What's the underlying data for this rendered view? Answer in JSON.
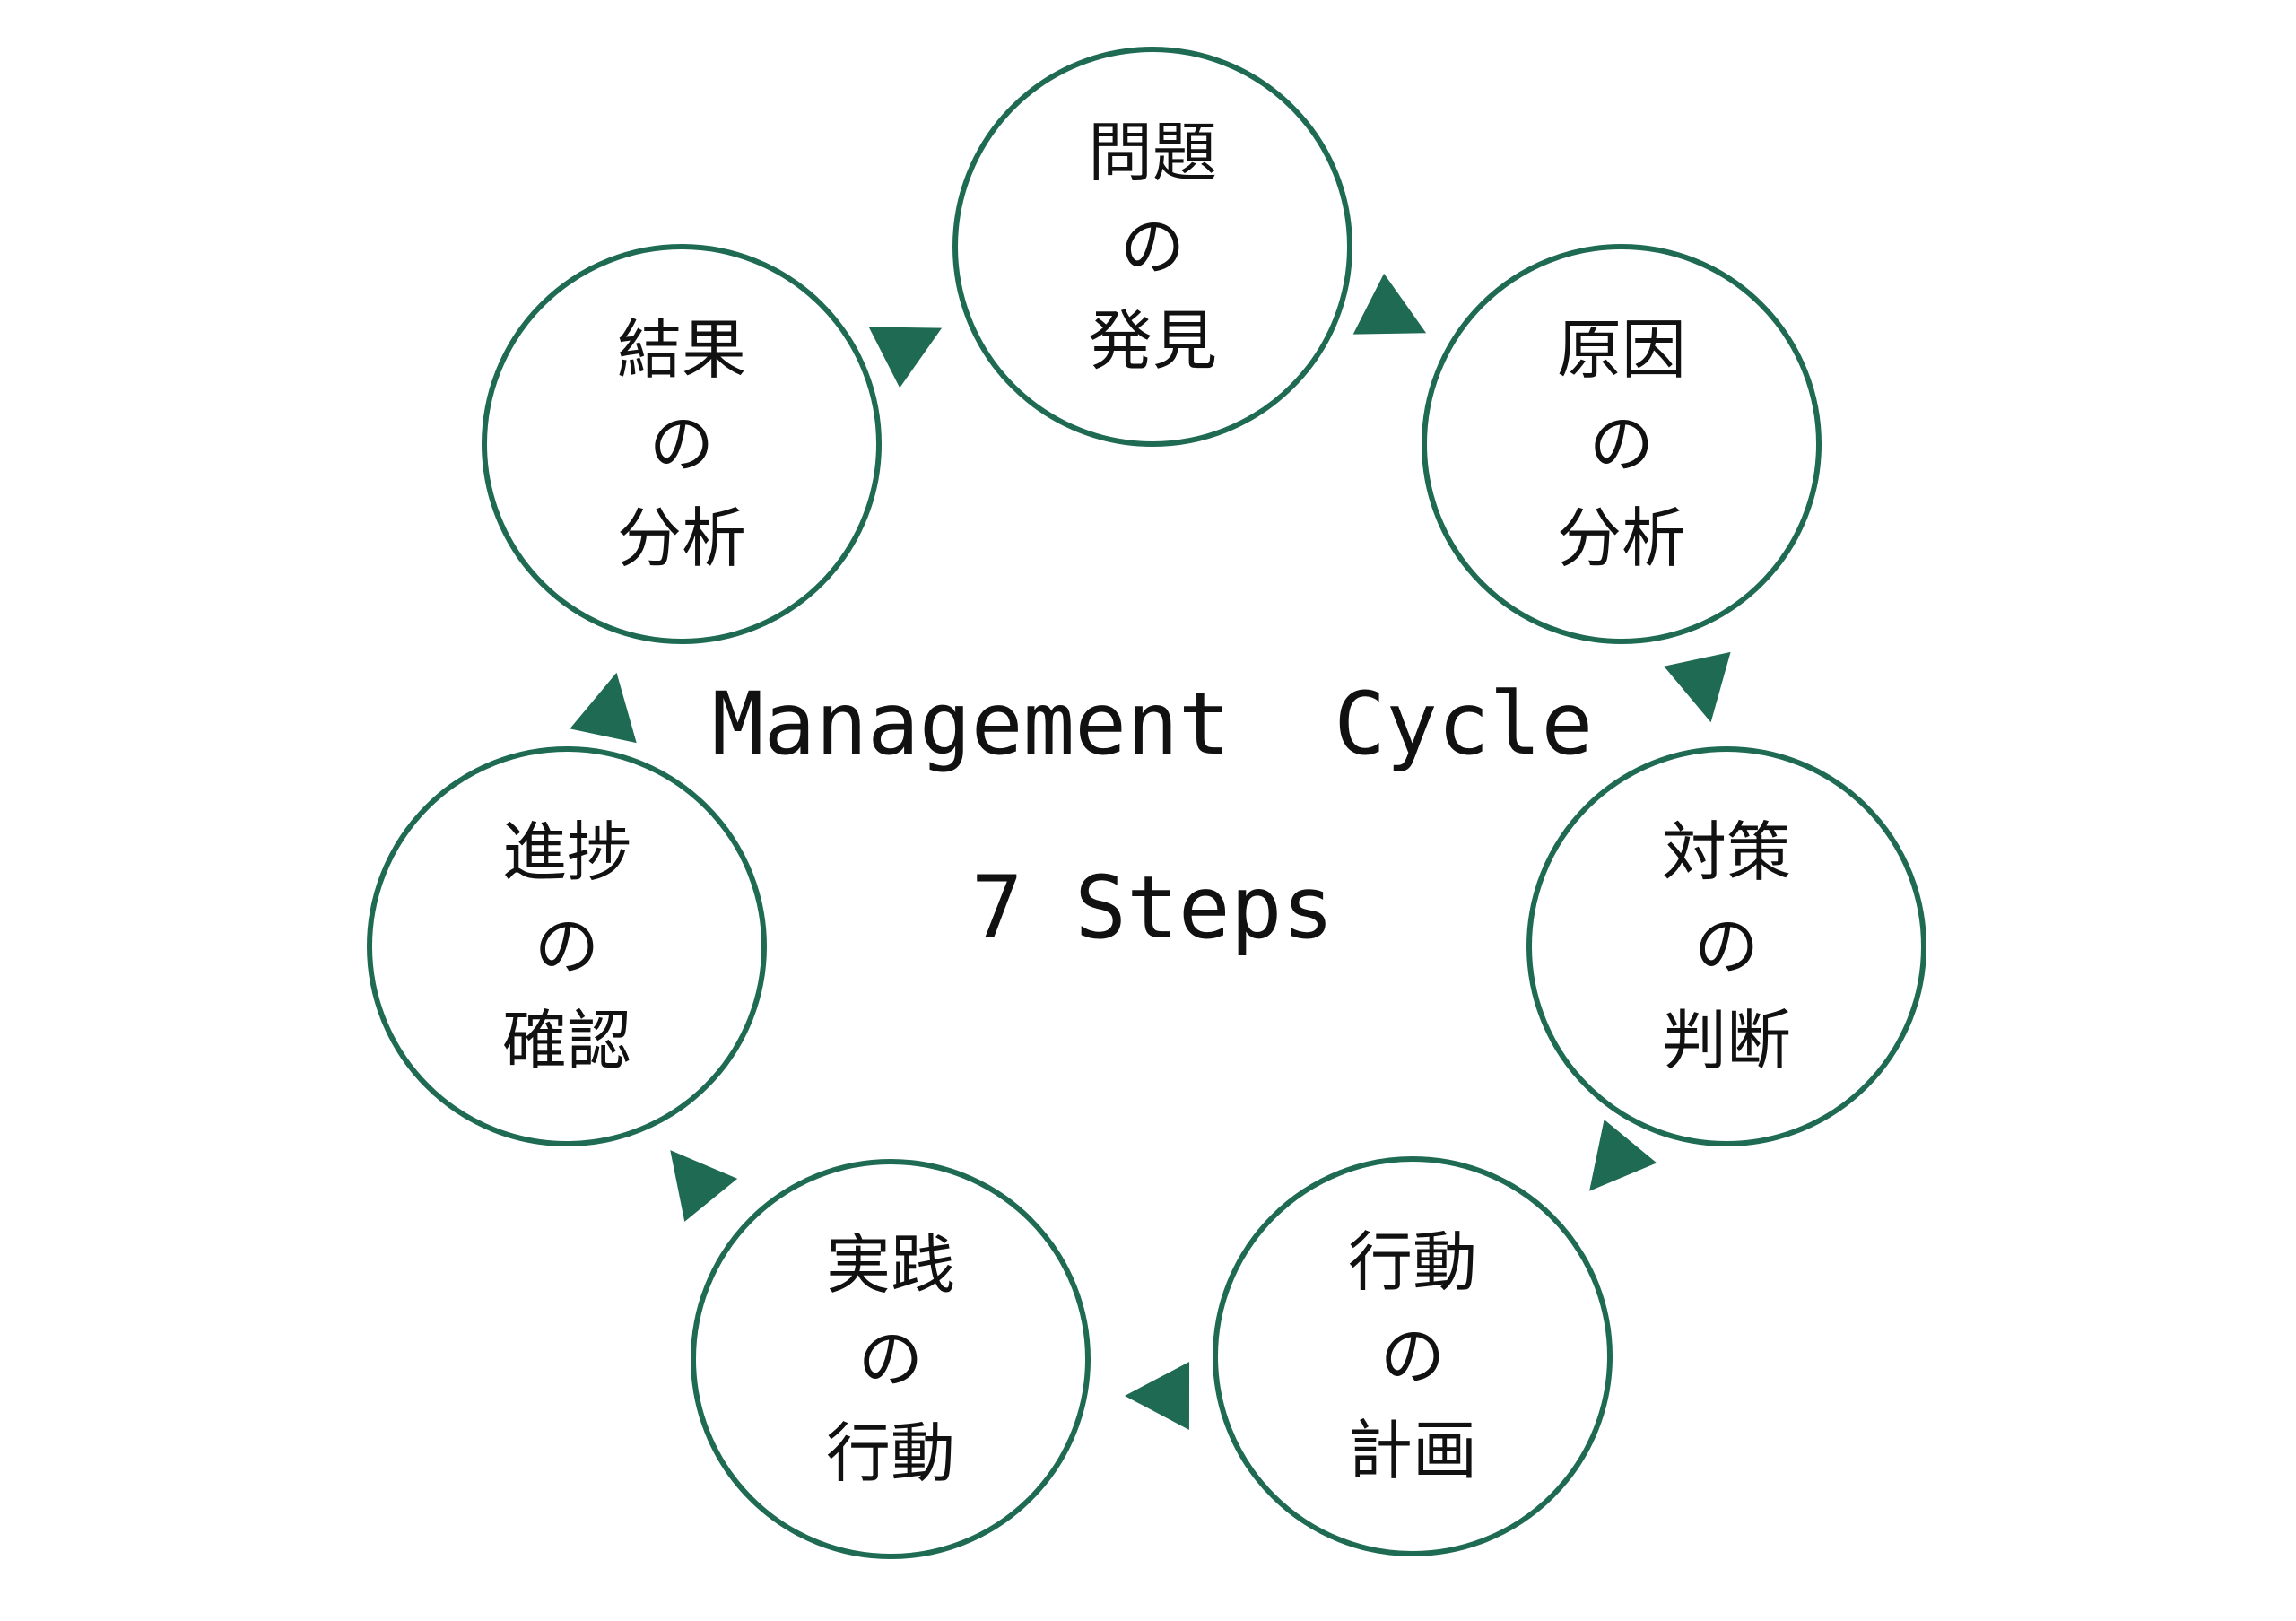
{
  "diagram": {
    "title": "Management  Cycle",
    "subtitle": "7 Steps",
    "accent_color": "#1e6a52",
    "steps": [
      {
        "lines": [
          "問題",
          "の",
          "発見"
        ]
      },
      {
        "lines": [
          "原因",
          "の",
          "分析"
        ]
      },
      {
        "lines": [
          "対策",
          "の",
          "判断"
        ]
      },
      {
        "lines": [
          "行動",
          "の",
          "計画"
        ]
      },
      {
        "lines": [
          "実践",
          "の",
          "行動"
        ]
      },
      {
        "lines": [
          "進捗",
          "の",
          "確認"
        ]
      },
      {
        "lines": [
          "結果",
          "の",
          "分析"
        ]
      }
    ]
  }
}
